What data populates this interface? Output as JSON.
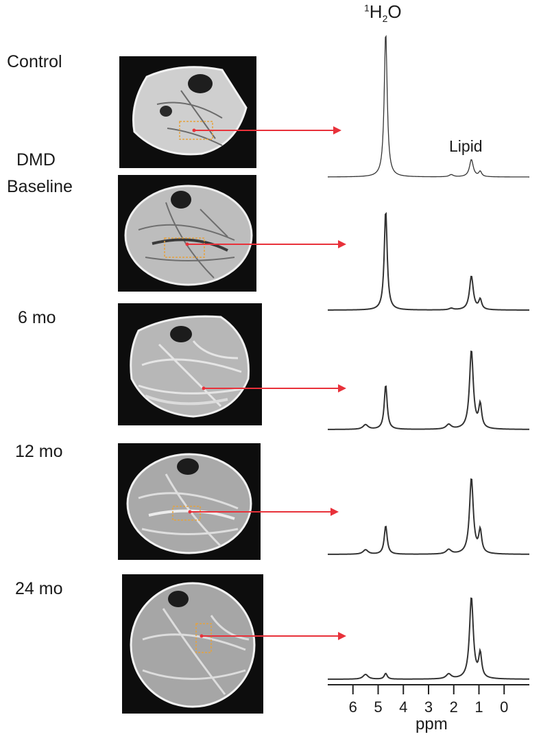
{
  "rows": [
    {
      "label": "Control",
      "label_lines": [
        "Control"
      ]
    },
    {
      "label": "DMD Baseline",
      "label_lines": [
        "DMD",
        "Baseline"
      ]
    },
    {
      "label": "6 mo",
      "label_lines": [
        "6 mo"
      ]
    },
    {
      "label": "12 mo",
      "label_lines": [
        "12 mo"
      ]
    },
    {
      "label": "24 mo",
      "label_lines": [
        "24 mo"
      ]
    }
  ],
  "peaks": {
    "water": {
      "prefix": "1",
      "main": "H",
      "sub": "2",
      "suffix": "O"
    },
    "lipid": "Lipid"
  },
  "axis": {
    "label": "ppm",
    "ticks": [
      "6",
      "5",
      "4",
      "3",
      "2",
      "1",
      "0"
    ],
    "range": [
      7,
      -1
    ]
  },
  "colors": {
    "arrow": "#e8313a",
    "roi": "#e6a23c",
    "spectrum": "#333333"
  },
  "chart_data": {
    "type": "line",
    "xlabel": "ppm",
    "xlim": [
      7,
      -1
    ],
    "series": [
      {
        "water_height": 1.0,
        "lipid_height": 0.14,
        "water_ppm": 4.7,
        "lipid_ppm": 1.3
      },
      {
        "water_height": 0.95,
        "lipid_height": 0.38,
        "water_ppm": 4.7,
        "lipid_ppm": 1.3
      },
      {
        "water_height": 0.48,
        "lipid_height": 1.0,
        "water_ppm": 4.7,
        "lipid_ppm": 1.3
      },
      {
        "water_height": 0.32,
        "lipid_height": 1.0,
        "water_ppm": 4.7,
        "lipid_ppm": 1.3
      },
      {
        "water_height": 0.06,
        "lipid_height": 1.0,
        "water_ppm": 4.7,
        "lipid_ppm": 1.3
      }
    ]
  }
}
